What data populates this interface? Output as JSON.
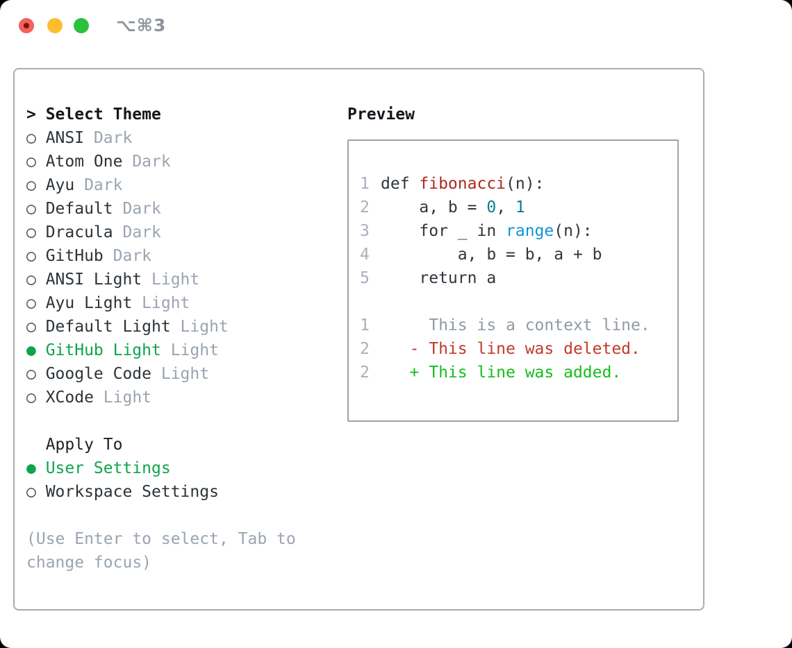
{
  "titlebar": {
    "shortcut": "⌥⌘3",
    "traffic_lights": [
      "close",
      "minimize",
      "zoom"
    ]
  },
  "colors": {
    "selection_green": "#0fa44c",
    "added_green": "#16bd1a",
    "deleted_red": "#c23a27",
    "function_red": "#aa2a1f",
    "builtin_blue": "#0b97d5",
    "number_teal": "#0b7f8b",
    "muted_gray": "#9aa4b1",
    "traffic_red": "#f4605a",
    "traffic_yellow": "#fcbe30",
    "traffic_green": "#2bc13f"
  },
  "theme_panel": {
    "header": {
      "prefix": ">",
      "label": "Select Theme"
    },
    "themes": [
      {
        "bullet": "○",
        "name": "ANSI",
        "variant": "Dark",
        "selected": false
      },
      {
        "bullet": "○",
        "name": "Atom One",
        "variant": "Dark",
        "selected": false
      },
      {
        "bullet": "○",
        "name": "Ayu",
        "variant": "Dark",
        "selected": false
      },
      {
        "bullet": "○",
        "name": "Default",
        "variant": "Dark",
        "selected": false
      },
      {
        "bullet": "○",
        "name": "Dracula",
        "variant": "Dark",
        "selected": false
      },
      {
        "bullet": "○",
        "name": "GitHub",
        "variant": "Dark",
        "selected": false
      },
      {
        "bullet": "○",
        "name": "ANSI Light",
        "variant": "Light",
        "selected": false
      },
      {
        "bullet": "○",
        "name": "Ayu Light",
        "variant": "Light",
        "selected": false
      },
      {
        "bullet": "○",
        "name": "Default Light",
        "variant": "Light",
        "selected": false
      },
      {
        "bullet": "●",
        "name": "GitHub Light",
        "variant": "Light",
        "selected": true
      },
      {
        "bullet": "○",
        "name": "Google Code",
        "variant": "Light",
        "selected": false
      },
      {
        "bullet": "○",
        "name": "XCode",
        "variant": "Light",
        "selected": false
      }
    ],
    "apply_to": {
      "label": "Apply To",
      "options": [
        {
          "bullet": "●",
          "name": "User Settings",
          "selected": true
        },
        {
          "bullet": "○",
          "name": "Workspace Settings",
          "selected": false
        }
      ]
    },
    "help_lines": [
      "(Use Enter to select, Tab to",
      "change focus)"
    ]
  },
  "preview": {
    "label": "Preview",
    "code_lines": [
      {
        "num": "1",
        "tokens": [
          {
            "text": "def ",
            "style": "plain"
          },
          {
            "text": "fibonacci",
            "style": "function"
          },
          {
            "text": "(n):",
            "style": "plain"
          }
        ]
      },
      {
        "num": "2",
        "tokens": [
          {
            "text": "    a, b = ",
            "style": "plain"
          },
          {
            "text": "0",
            "style": "number"
          },
          {
            "text": ", ",
            "style": "plain"
          },
          {
            "text": "1",
            "style": "number"
          }
        ]
      },
      {
        "num": "3",
        "tokens": [
          {
            "text": "    for _ in ",
            "style": "plain"
          },
          {
            "text": "range",
            "style": "builtin"
          },
          {
            "text": "(n):",
            "style": "plain"
          }
        ]
      },
      {
        "num": "4",
        "tokens": [
          {
            "text": "        a, b = b, a + b",
            "style": "plain"
          }
        ]
      },
      {
        "num": "5",
        "tokens": [
          {
            "text": "    return a",
            "style": "plain"
          }
        ]
      }
    ],
    "diff_lines": [
      {
        "num": "1",
        "kind": "context",
        "text": "     This is a context line."
      },
      {
        "num": "2",
        "kind": "deleted",
        "text": "   - This line was deleted."
      },
      {
        "num": "2",
        "kind": "added",
        "text": "   + This line was added."
      }
    ]
  }
}
